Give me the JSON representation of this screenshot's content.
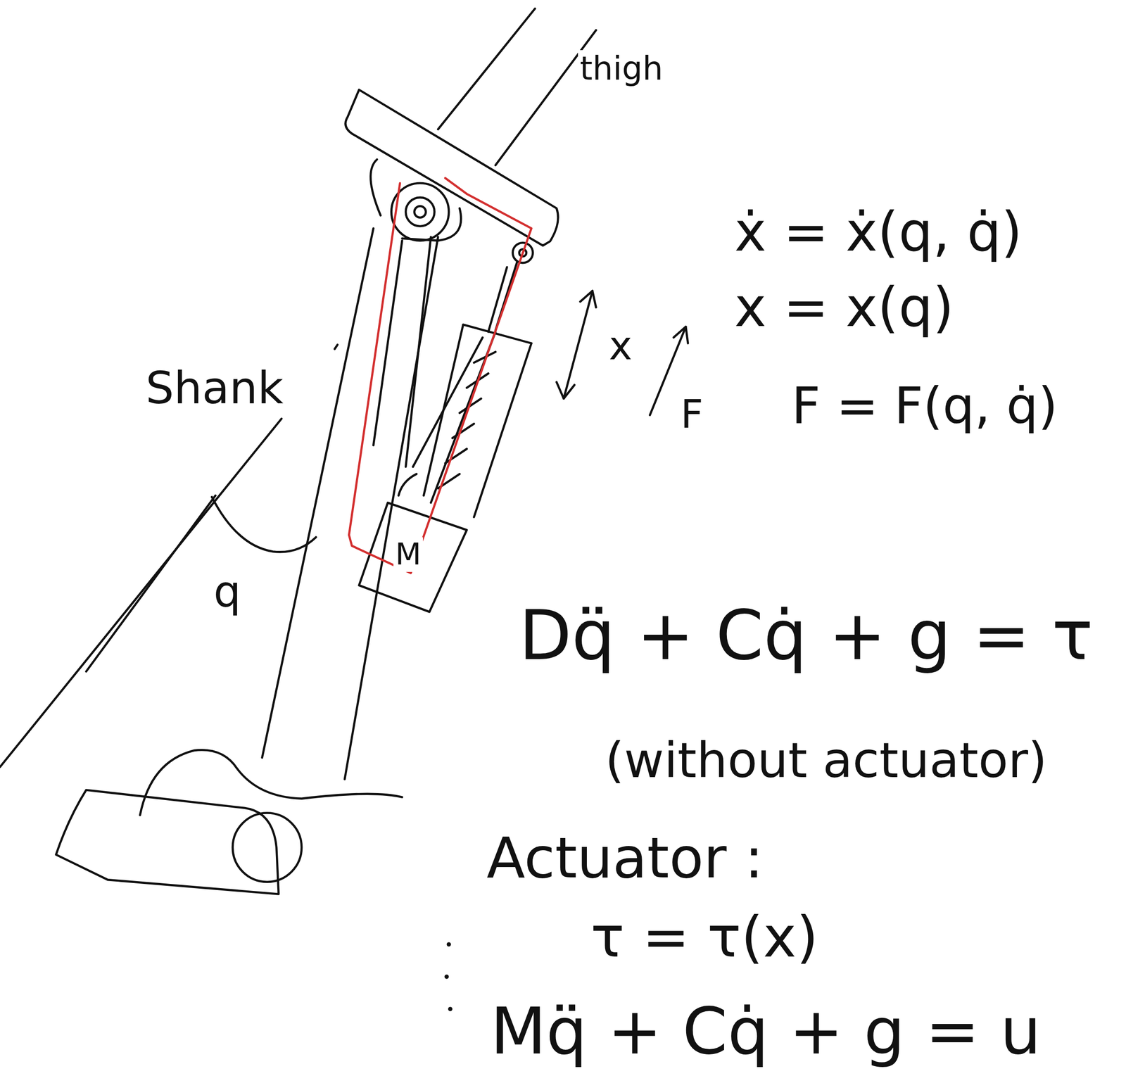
{
  "diagram": {
    "labels": [
      "thigh",
      "Shank",
      "x",
      "F",
      "ẋ = ẋ(q, q̇)",
      "x = x(q)",
      "F = F(q, q̇)",
      "q",
      "M",
      "Dq̈ + Cq̇ + g = τ",
      "(without actuator)",
      "Actuator :",
      "τ = τ(x)",
      "Mq̈ + Cq̇ + g = u"
    ]
  }
}
